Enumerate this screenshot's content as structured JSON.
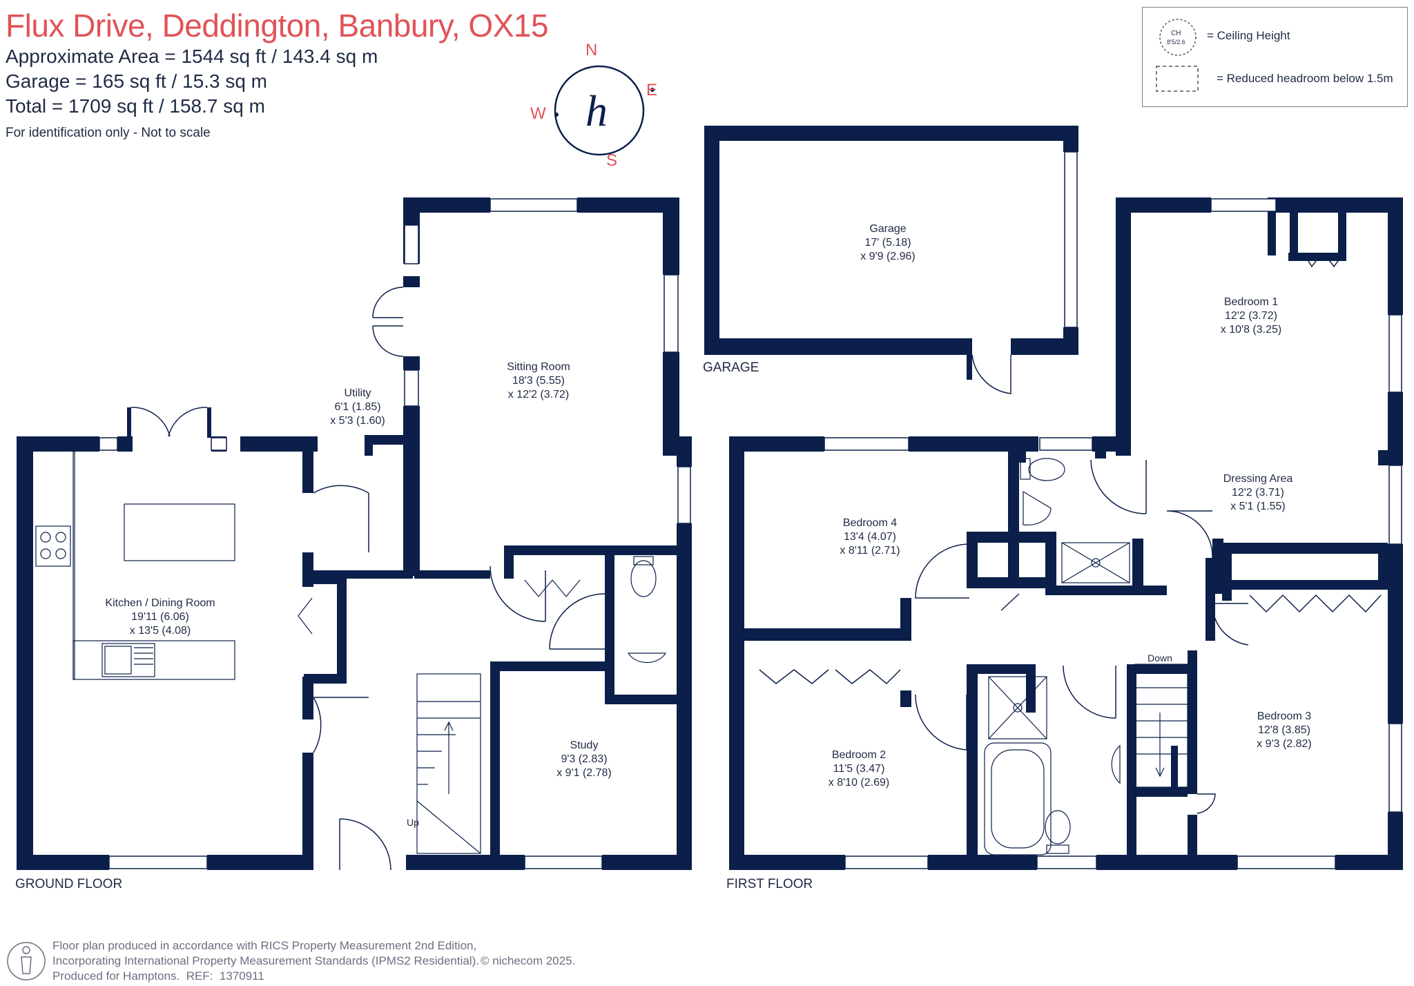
{
  "header": {
    "title": "Flux Drive, Deddington, Banbury, OX15",
    "approx_area": "Approximate Area = 1544 sq ft / 143.4 sq m",
    "garage_area": "Garage = 165 sq ft / 15.3 sq m",
    "total_area": "Total = 1709 sq ft / 158.7 sq m",
    "disclaimer": "For identification only - Not to scale"
  },
  "compass": {
    "n": "N",
    "e": "E",
    "s": "S",
    "w": "W",
    "logo": "h"
  },
  "legend": {
    "ch_symbol_top": "CH",
    "ch_symbol_bottom": "8'5/2.6",
    "ceiling_height": "= Ceiling Height",
    "reduced_headroom": "= Reduced headroom below 1.5m"
  },
  "floors": {
    "ground": "GROUND FLOOR",
    "first": "FIRST FLOOR",
    "garage": "GARAGE"
  },
  "rooms": {
    "kitchen": {
      "name": "Kitchen / Dining Room",
      "dim1": "19'11 (6.06)",
      "dim2": "x 13'5 (4.08)"
    },
    "sitting": {
      "name": "Sitting Room",
      "dim1": "18'3 (5.55)",
      "dim2": "x 12'2 (3.72)"
    },
    "utility": {
      "name": "Utility",
      "dim1": "6'1 (1.85)",
      "dim2": "x 5'3 (1.60)"
    },
    "study": {
      "name": "Study",
      "dim1": "9'3 (2.83)",
      "dim2": "x 9'1 (2.78)"
    },
    "garage": {
      "name": "Garage",
      "dim1": "17' (5.18)",
      "dim2": "x 9'9 (2.96)"
    },
    "bedroom1": {
      "name": "Bedroom 1",
      "dim1": "12'2 (3.72)",
      "dim2": "x 10'8 (3.25)"
    },
    "dressing": {
      "name": "Dressing Area",
      "dim1": "12'2 (3.71)",
      "dim2": "x 5'1 (1.55)"
    },
    "bedroom4": {
      "name": "Bedroom 4",
      "dim1": "13'4 (4.07)",
      "dim2": "x 8'11 (2.71)"
    },
    "bedroom2": {
      "name": "Bedroom 2",
      "dim1": "11'5 (3.47)",
      "dim2": "x 8'10 (2.69)"
    },
    "bedroom3": {
      "name": "Bedroom 3",
      "dim1": "12'8 (3.85)",
      "dim2": "x 9'3 (2.82)"
    }
  },
  "stairs": {
    "up": "Up",
    "down": "Down"
  },
  "footer": {
    "line1": "Floor plan produced in accordance with RICS Property Measurement 2nd Edition,",
    "line2": "Incorporating International Property Measurement Standards (IPMS2 Residential).",
    "line3_prefix": "Produced for Hamptons.",
    "ref_label": "REF:",
    "ref_value": "1370911",
    "copyright": "© nichecom 2025."
  },
  "colors": {
    "wall": "#0b1f4a",
    "title": "#e05358",
    "text": "#1f2a44"
  }
}
